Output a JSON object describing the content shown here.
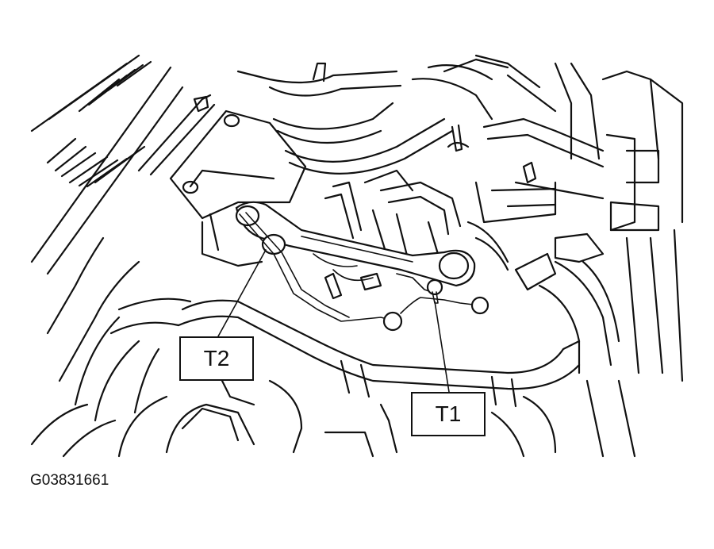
{
  "figure": {
    "id": "G03831661",
    "callouts": [
      {
        "key": "t2",
        "label": "T2"
      },
      {
        "key": "t1",
        "label": "T1"
      }
    ]
  },
  "colors": {
    "line": "#111111",
    "background": "#ffffff"
  }
}
